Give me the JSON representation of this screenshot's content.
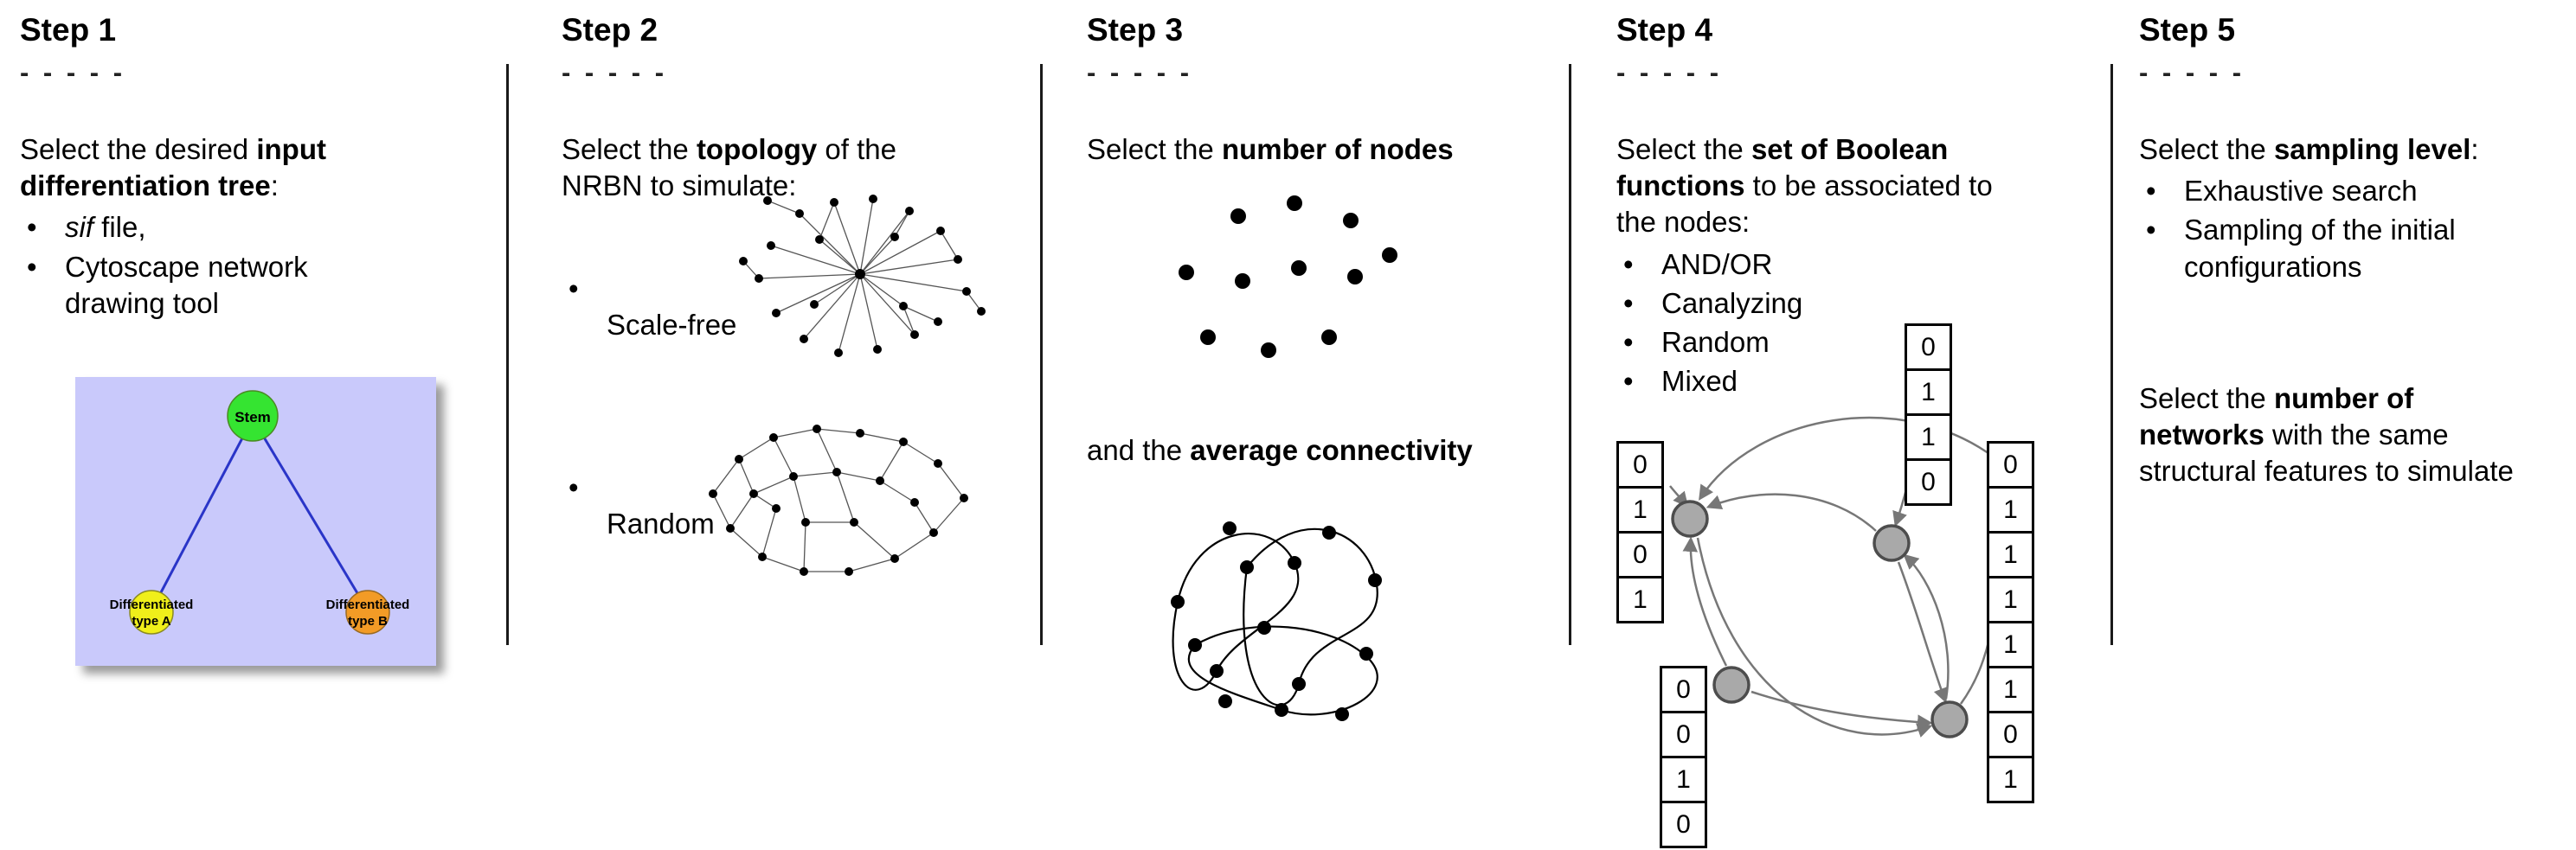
{
  "colors": {
    "divider": "#1a1a1a",
    "tree_background": "#c9c9fb",
    "stem_green": "#35e431",
    "type_a_yellow": "#f0ef1a",
    "type_b_orange": "#f29b26",
    "tree_edge_blue": "#2a35c8",
    "network_node_gray": "#a9a9a9",
    "arrow_gray": "#777777"
  },
  "steps": [
    {
      "title": "Step 1",
      "dashes": "- - - - -",
      "intro": [
        {
          "t": "Select the desired "
        },
        {
          "t": "input\ndifferentiation tree",
          "b": true
        },
        {
          "t": ":"
        }
      ],
      "bullets": [
        [
          {
            "t": "sif",
            "i": true
          },
          {
            "t": " file,"
          }
        ],
        [
          {
            "t": "Cytoscape network\ndrawing tool"
          }
        ]
      ],
      "tree": {
        "root": "Stem",
        "leaf_a_line1": "Differentiated",
        "leaf_a_line2": "type A",
        "leaf_b_line1": "Differentiated",
        "leaf_b_line2": "type B"
      }
    },
    {
      "title": "Step 2",
      "dashes": "- - - - -",
      "intro": [
        {
          "t": "Select the "
        },
        {
          "t": "topology",
          "b": true
        },
        {
          "t": " of the\nNRBN to simulate:"
        }
      ],
      "option_scale_free": "Scale-free",
      "option_random": "Random"
    },
    {
      "title": "Step 3",
      "dashes": "- - - - -",
      "intro": [
        {
          "t": "Select the "
        },
        {
          "t": "number of nodes",
          "b": true
        }
      ],
      "second": [
        {
          "t": "and the "
        },
        {
          "t": "average connectivity",
          "b": true
        }
      ]
    },
    {
      "title": "Step 4",
      "dashes": "- - - - -",
      "intro": [
        {
          "t": "Select the "
        },
        {
          "t": "set of Boolean\nfunctions",
          "b": true
        },
        {
          "t": " to be associated to\nthe nodes:"
        }
      ],
      "bullets": [
        [
          {
            "t": "AND/OR"
          }
        ],
        [
          {
            "t": "Canalyzing"
          }
        ],
        [
          {
            "t": "Random"
          }
        ],
        [
          {
            "t": "Mixed"
          }
        ]
      ],
      "truth_tables": {
        "left": [
          "0",
          "1",
          "0",
          "1"
        ],
        "top": [
          "0",
          "1",
          "1",
          "0"
        ],
        "bottom_left": [
          "0",
          "0",
          "1",
          "0"
        ],
        "right": [
          "0",
          "1",
          "1",
          "1",
          "1",
          "1",
          "0",
          "1"
        ]
      }
    },
    {
      "title": "Step 5",
      "dashes": "- - - - -",
      "intro": [
        {
          "t": "Select the "
        },
        {
          "t": "sampling level",
          "b": true
        },
        {
          "t": ":"
        }
      ],
      "bullets": [
        [
          {
            "t": "Exhaustive search"
          }
        ],
        [
          {
            "t": "Sampling of the initial\nconfigurations"
          }
        ]
      ],
      "second": [
        {
          "t": "Select the "
        },
        {
          "t": "number of\nnetworks",
          "b": true
        },
        {
          "t": " with the same\nstructural features to simulate"
        }
      ]
    }
  ]
}
